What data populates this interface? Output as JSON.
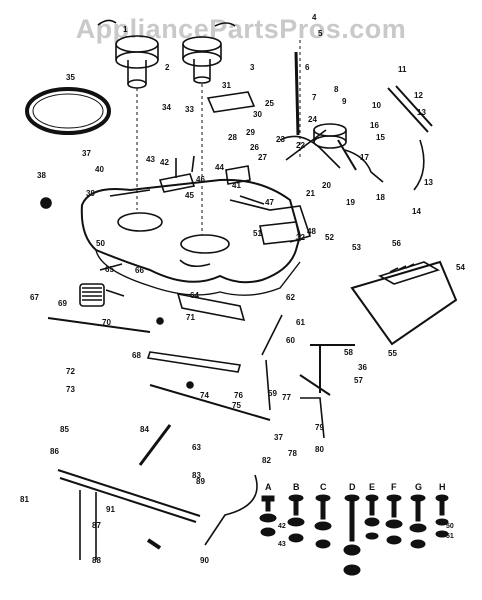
{
  "watermark": "AppliancePartsPros.com",
  "diagram": {
    "callouts": [
      {
        "id": "n1a",
        "text": "1"
      },
      {
        "id": "n2",
        "text": "2"
      },
      {
        "id": "n3",
        "text": "3"
      },
      {
        "id": "n4",
        "text": "4"
      },
      {
        "id": "n5",
        "text": "5"
      },
      {
        "id": "n6",
        "text": "6"
      },
      {
        "id": "n7",
        "text": "7"
      },
      {
        "id": "n8",
        "text": "8"
      },
      {
        "id": "n9",
        "text": "9"
      },
      {
        "id": "n10",
        "text": "10"
      },
      {
        "id": "n11",
        "text": "11"
      },
      {
        "id": "n12",
        "text": "12"
      },
      {
        "id": "n13a",
        "text": "13"
      },
      {
        "id": "n13b",
        "text": "13"
      },
      {
        "id": "n14",
        "text": "14"
      },
      {
        "id": "n15",
        "text": "15"
      },
      {
        "id": "n16",
        "text": "16"
      },
      {
        "id": "n17",
        "text": "17"
      },
      {
        "id": "n18",
        "text": "18"
      },
      {
        "id": "n19",
        "text": "19"
      },
      {
        "id": "n20",
        "text": "20"
      },
      {
        "id": "n21",
        "text": "21"
      },
      {
        "id": "n22",
        "text": "22"
      },
      {
        "id": "n23",
        "text": "23"
      },
      {
        "id": "n24",
        "text": "24"
      },
      {
        "id": "n25",
        "text": "25"
      },
      {
        "id": "n26",
        "text": "26"
      },
      {
        "id": "n27",
        "text": "27"
      },
      {
        "id": "n28",
        "text": "28"
      },
      {
        "id": "n29",
        "text": "29"
      },
      {
        "id": "n30",
        "text": "30"
      },
      {
        "id": "n31",
        "text": "31"
      },
      {
        "id": "n32",
        "text": "32"
      },
      {
        "id": "n33",
        "text": "33"
      },
      {
        "id": "n34",
        "text": "34"
      },
      {
        "id": "n35",
        "text": "35"
      },
      {
        "id": "n36",
        "text": "36"
      },
      {
        "id": "n37a",
        "text": "37"
      },
      {
        "id": "n37b",
        "text": "37"
      },
      {
        "id": "n38",
        "text": "38"
      },
      {
        "id": "n39",
        "text": "39"
      },
      {
        "id": "n40",
        "text": "40"
      },
      {
        "id": "n41",
        "text": "41"
      },
      {
        "id": "n42",
        "text": "42"
      },
      {
        "id": "n43",
        "text": "43"
      },
      {
        "id": "n44",
        "text": "44"
      },
      {
        "id": "n45",
        "text": "45"
      },
      {
        "id": "n46",
        "text": "46"
      },
      {
        "id": "n47",
        "text": "47"
      },
      {
        "id": "n48",
        "text": "48"
      },
      {
        "id": "n50",
        "text": "50"
      },
      {
        "id": "n51",
        "text": "51"
      },
      {
        "id": "n52",
        "text": "52"
      },
      {
        "id": "n53",
        "text": "53"
      },
      {
        "id": "n54",
        "text": "54"
      },
      {
        "id": "n55",
        "text": "55"
      },
      {
        "id": "n56",
        "text": "56"
      },
      {
        "id": "n57",
        "text": "57"
      },
      {
        "id": "n58",
        "text": "58"
      },
      {
        "id": "n59",
        "text": "59"
      },
      {
        "id": "n60",
        "text": "60"
      },
      {
        "id": "n61",
        "text": "61"
      },
      {
        "id": "n62",
        "text": "62"
      },
      {
        "id": "n63",
        "text": "63"
      },
      {
        "id": "n64",
        "text": "64"
      },
      {
        "id": "n65",
        "text": "65"
      },
      {
        "id": "n66",
        "text": "66"
      },
      {
        "id": "n67",
        "text": "67"
      },
      {
        "id": "n68",
        "text": "68"
      },
      {
        "id": "n69",
        "text": "69"
      },
      {
        "id": "n70",
        "text": "70"
      },
      {
        "id": "n71",
        "text": "71"
      },
      {
        "id": "n72",
        "text": "72"
      },
      {
        "id": "n73",
        "text": "73"
      },
      {
        "id": "n74",
        "text": "74"
      },
      {
        "id": "n75",
        "text": "75"
      },
      {
        "id": "n76",
        "text": "76"
      },
      {
        "id": "n77",
        "text": "77"
      },
      {
        "id": "n78",
        "text": "78"
      },
      {
        "id": "n79",
        "text": "79"
      },
      {
        "id": "n80",
        "text": "80"
      },
      {
        "id": "n81",
        "text": "81"
      },
      {
        "id": "n82",
        "text": "82"
      },
      {
        "id": "n83",
        "text": "83"
      },
      {
        "id": "n84",
        "text": "84"
      },
      {
        "id": "n85",
        "text": "85"
      },
      {
        "id": "n86",
        "text": "86"
      },
      {
        "id": "n87",
        "text": "87"
      },
      {
        "id": "n88",
        "text": "88"
      },
      {
        "id": "n89",
        "text": "89"
      },
      {
        "id": "n90",
        "text": "90"
      },
      {
        "id": "n91",
        "text": "91"
      }
    ],
    "hardware_letters": [
      "A",
      "B",
      "C",
      "D",
      "E",
      "F",
      "G",
      "H"
    ],
    "hardware_callouts": [
      "42",
      "43",
      "50",
      "51"
    ]
  }
}
